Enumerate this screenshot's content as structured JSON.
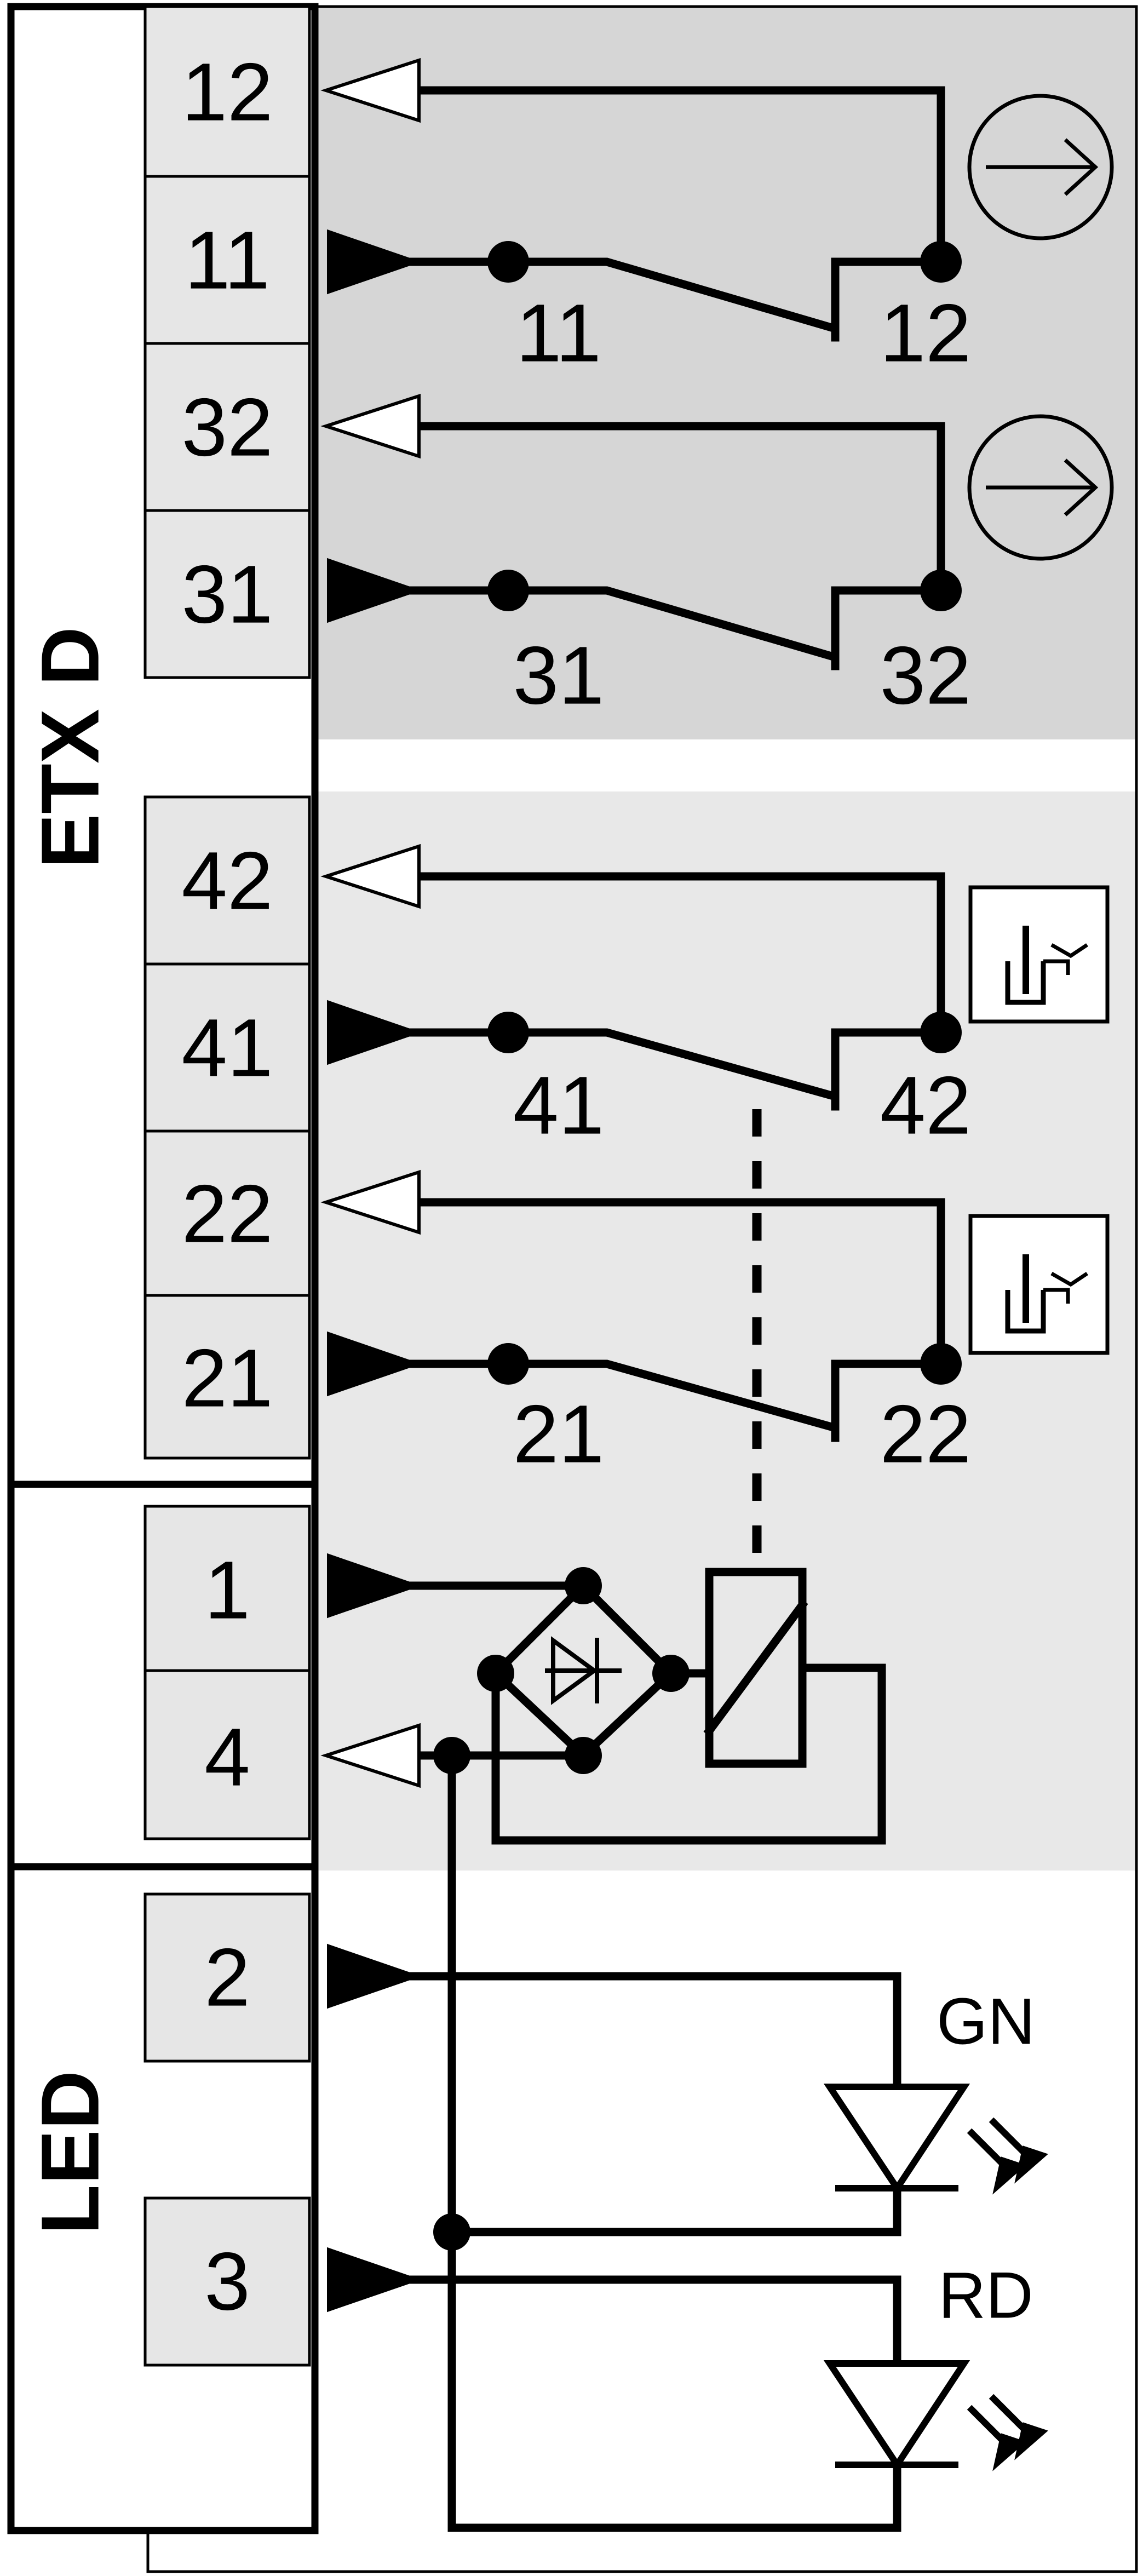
{
  "title": "",
  "sections": {
    "main": "ETX D",
    "led": "LED"
  },
  "terminals": {
    "t12": "12",
    "t11": "11",
    "t32": "32",
    "t31": "31",
    "t42": "42",
    "t41": "41",
    "t22": "22",
    "t21": "21",
    "t1": "1",
    "t4": "4",
    "t2": "2",
    "t3": "3"
  },
  "contacts": {
    "c11": "11",
    "c12": "12",
    "c31": "31",
    "c32": "32",
    "c41": "41",
    "c42": "42",
    "c21": "21",
    "c22": "22"
  },
  "leds": {
    "green": "GN",
    "red": "RD"
  },
  "symbols": [
    "positive-opening-icon",
    "positive-opening-icon",
    "solenoid-lock-icon",
    "solenoid-lock-icon",
    "bridge-rectifier-icon",
    "relay-coil-icon",
    "led-icon",
    "led-icon"
  ],
  "colors": {
    "safety_block_bg": "#d6d6d6",
    "lock_block_bg": "#e8e8e8",
    "terminal_fill": "#e6e6e6",
    "line": "#000000"
  }
}
